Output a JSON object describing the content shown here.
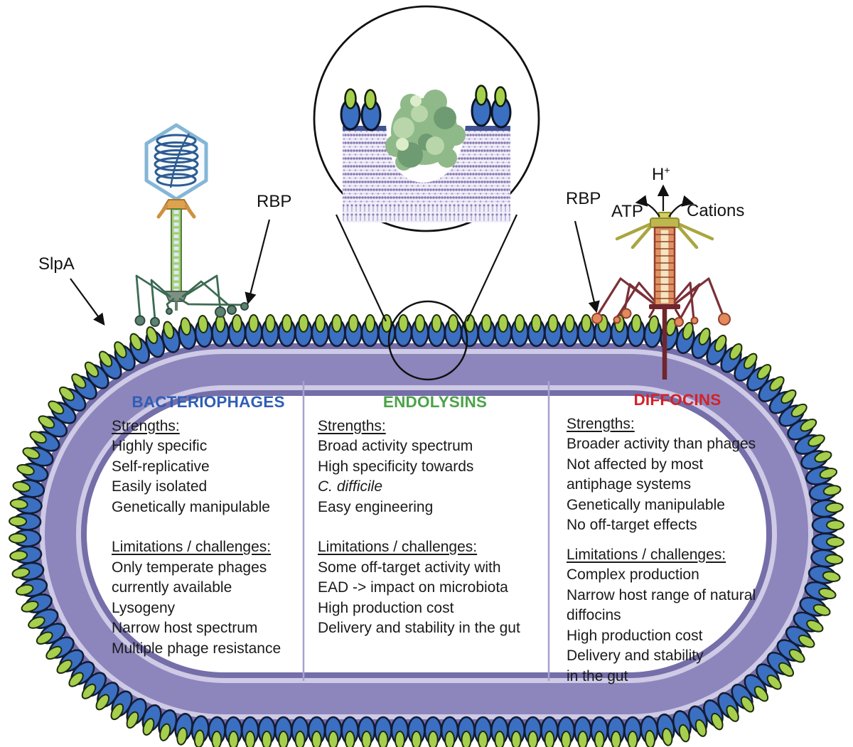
{
  "labels": {
    "slpa": "SlpA",
    "rbp_left": "RBP",
    "rbp_right": "RBP",
    "h": "H",
    "h_sup": "+",
    "atp": "ATP",
    "cations": "Cations"
  },
  "columns": [
    {
      "title": "BACTERIOPHAGES",
      "color": "#2f5eb5",
      "strengths_label": "Strengths:",
      "strengths": [
        "Highly specific",
        "Self-replicative",
        "Easily isolated",
        "Genetically manipulable"
      ],
      "limitations_label": "Limitations / challenges:",
      "limitations": [
        "Only temperate phages",
        "currently available",
        "Lysogeny",
        "Narrow host spectrum",
        "Multiple phage resistance"
      ]
    },
    {
      "title": "ENDOLYSINS",
      "color": "#4aa347",
      "strengths_label": "Strengths:",
      "strengths": [
        "Broad activity spectrum",
        "High specificity towards",
        {
          "text": "C. difficile",
          "italic": true
        },
        "Easy engineering"
      ],
      "limitations_label": "Limitations / challenges:",
      "limitations": [
        "Some off-target activity with",
        "EAD -> impact on microbiota",
        "High production cost",
        "Delivery and stability in the gut"
      ]
    },
    {
      "title": "DIFFOCINS",
      "color": "#d42127",
      "strengths_label": "Strengths:",
      "strengths": [
        "Broader activity than phages",
        "Not affected by most",
        "antiphage systems",
        "Genetically manipulable",
        "No off-target effects"
      ],
      "limitations_label": "Limitations / challenges:",
      "limitations": [
        "Complex production",
        "Narrow host range of natural",
        "diffocins",
        "High production cost",
        "Delivery and stability",
        "in the gut"
      ]
    }
  ],
  "colors": {
    "membrane_blue": "#3b6fc1",
    "membrane_blue_outline": "#131c35",
    "membrane_green": "#a6cf4d",
    "membrane_green_outline": "#1d2a0d",
    "wall_purple": "#8d86bd",
    "wall_light": "#cfcae5",
    "wall_dark": "#746ea9",
    "divider": "#a8a1cd",
    "phage_head_blue": "#85b6d6",
    "phage_dna_blue": "#2c5c92",
    "phage_collar_orange": "#dfa24e",
    "phage_tail_green": "#a9cd77",
    "phage_fiber_green": "#3c6b53",
    "phage_foot_teal": "#5d8273",
    "diffocin_cap_olive": "#bcb84f",
    "diffocin_sheath_orange": "#e09263",
    "diffocin_leg_maroon": "#7b3038",
    "diffocin_foot_orange": "#e08a5e",
    "endolysin_green": "#8fb989"
  }
}
